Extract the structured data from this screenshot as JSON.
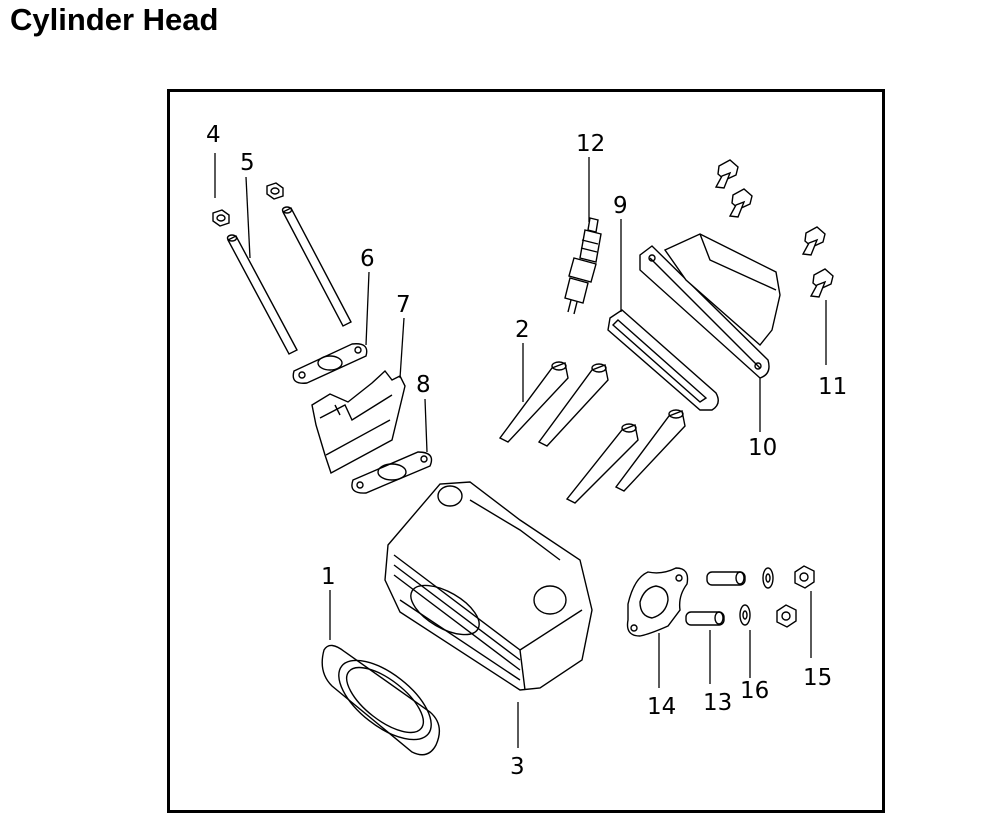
{
  "title": "Cylinder Head",
  "callouts": {
    "c1": "1",
    "c2": "2",
    "c3": "3",
    "c4": "4",
    "c5": "5",
    "c6": "6",
    "c7": "7",
    "c8": "8",
    "c9": "9",
    "c10": "10",
    "c11": "11",
    "c12": "12",
    "c13": "13",
    "c14": "14",
    "c15": "15",
    "c16": "16"
  }
}
